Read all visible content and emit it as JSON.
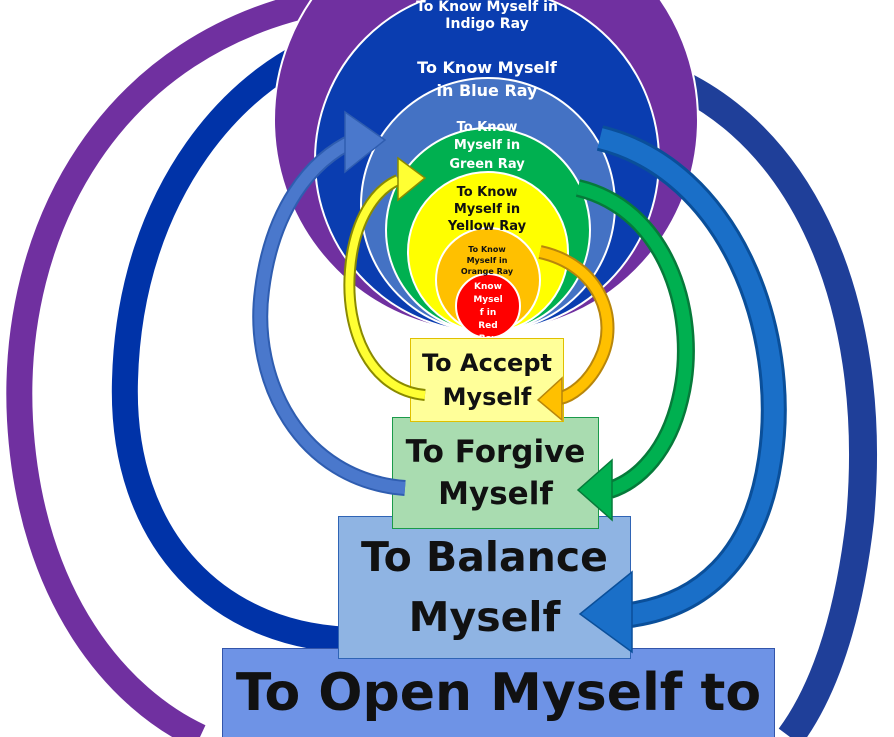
{
  "rays": {
    "indigo": {
      "line1": "To Know Myself in",
      "line2": "Indigo Ray",
      "color": "#7030A0"
    },
    "deep_blue": {
      "color": "#0033A8"
    },
    "blue": {
      "line1": "To Know Myself",
      "line2": "in Blue Ray",
      "color": "#4472C4"
    },
    "green": {
      "line1": "To Know",
      "line2": "Myself in",
      "line3": "Green Ray",
      "color": "#00B050"
    },
    "yellow": {
      "line1": "To Know",
      "line2": "Myself in",
      "line3": "Yellow Ray",
      "color": "#FFFF00"
    },
    "orange": {
      "line1": "To Know",
      "line2": "Myself in",
      "line3": "Orange Ray",
      "color": "#FFC000"
    },
    "red": {
      "line1": "Know",
      "line2": "Mysel",
      "line3": "f in",
      "line4": "Red",
      "line5": "Ray",
      "color": "#FF0000"
    }
  },
  "steps": {
    "accept": {
      "line1": "To Accept",
      "line2": "Myself",
      "color": "#FFFF99"
    },
    "forgive": {
      "line1": "To Forgive",
      "line2": "Myself",
      "color": "#A9DCB0"
    },
    "balance": {
      "line1": "To Balance",
      "line2": "Myself",
      "color": "#8FB4E3"
    },
    "open": {
      "line1": "To Open Myself to",
      "color": "#6E93E6"
    }
  }
}
